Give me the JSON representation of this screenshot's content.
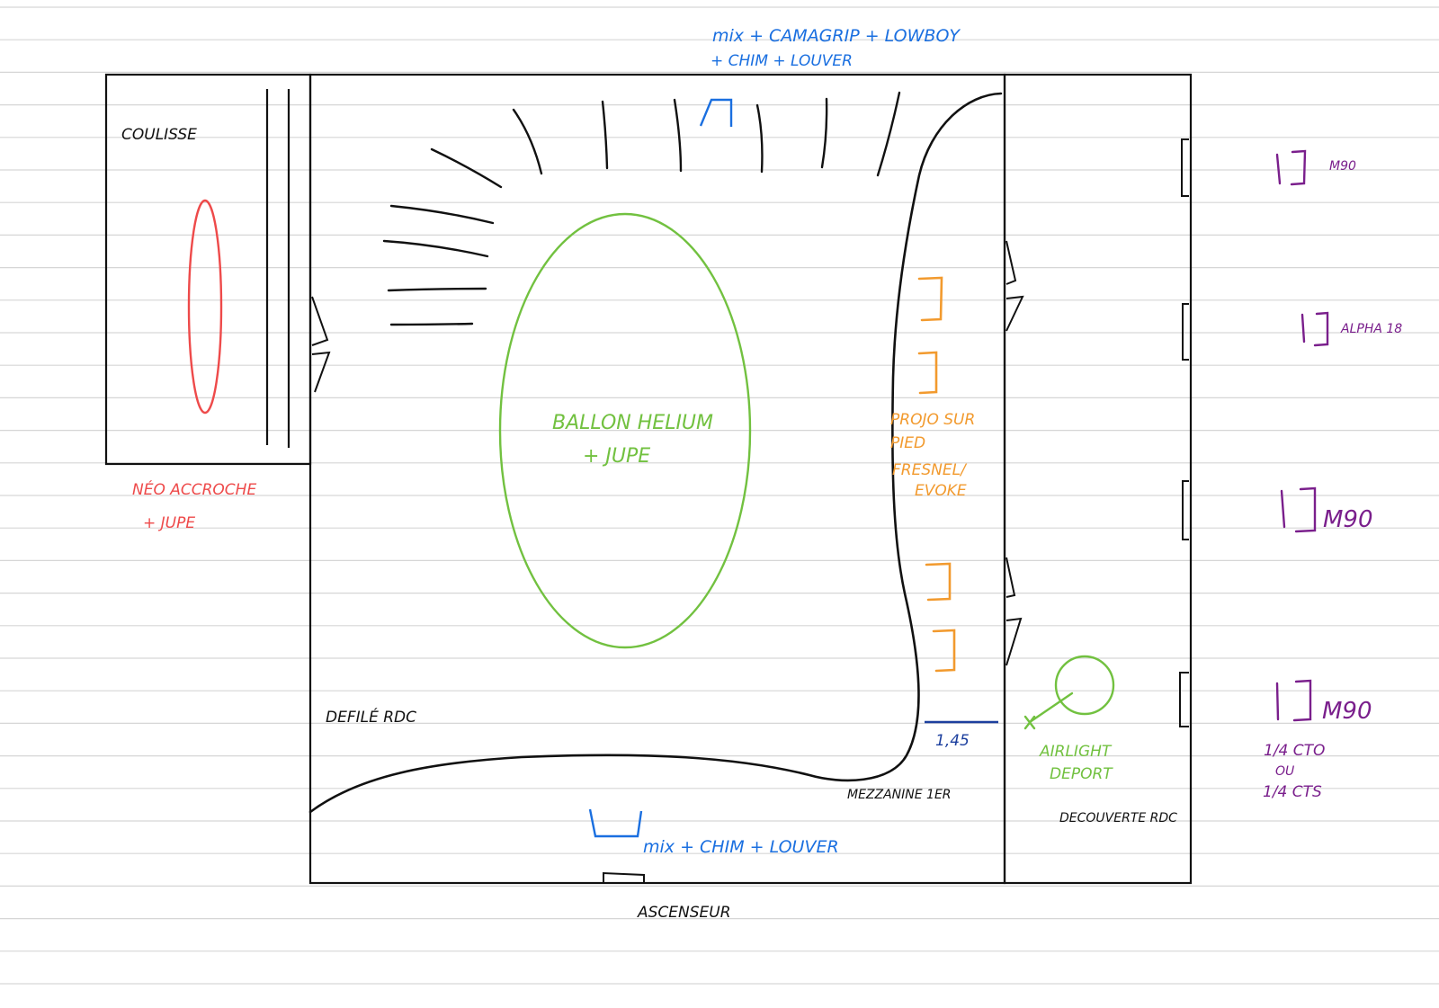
{
  "colors": {
    "ruled_line": "#d6d6d6",
    "wall": "#111111",
    "black_ink": "#111111",
    "blue_ink": "#1a6fe0",
    "navy_ink": "#1c3f9e",
    "green_ink": "#72c140",
    "red_ink": "#ee4a4a",
    "orange_ink": "#f29a2e",
    "purple_ink": "#7a1f8c"
  },
  "labels": {
    "coulisse": "COULISSE",
    "neo_line1": "NÉO ACCROCHE",
    "neo_line2": "+ JUPE",
    "top_fixture_line1": "mix + CAMAGRIP + LOWBOY",
    "top_fixture_line2": "+ CHIM + LOUVER",
    "ballon_line1": "BALLON HELIUM",
    "ballon_line2": "+ JUPE",
    "projo_line1": "PROJO SUR",
    "projo_line2": "PIED",
    "projo_line3": "FRESNEL/",
    "projo_line4": "EVOKE",
    "defile": "DEFILÉ RDC",
    "mezzanine": "MEZZANINE 1ER",
    "height_mark": "1,45",
    "airlight_line1": "AIRLIGHT",
    "airlight_line2": "DEPORT",
    "decouverte": "DECOUVERTE RDC",
    "bottom_fixture": "mix + CHIM + LOUVER",
    "ascenseur": "ASCENSEUR",
    "window1": "M90",
    "window2": "ALPHA 18",
    "window3": "M90",
    "window4": "M90",
    "gel_line1": "1/4 CTO",
    "gel_line2": "OU",
    "gel_line3": "1/4 CTS"
  }
}
